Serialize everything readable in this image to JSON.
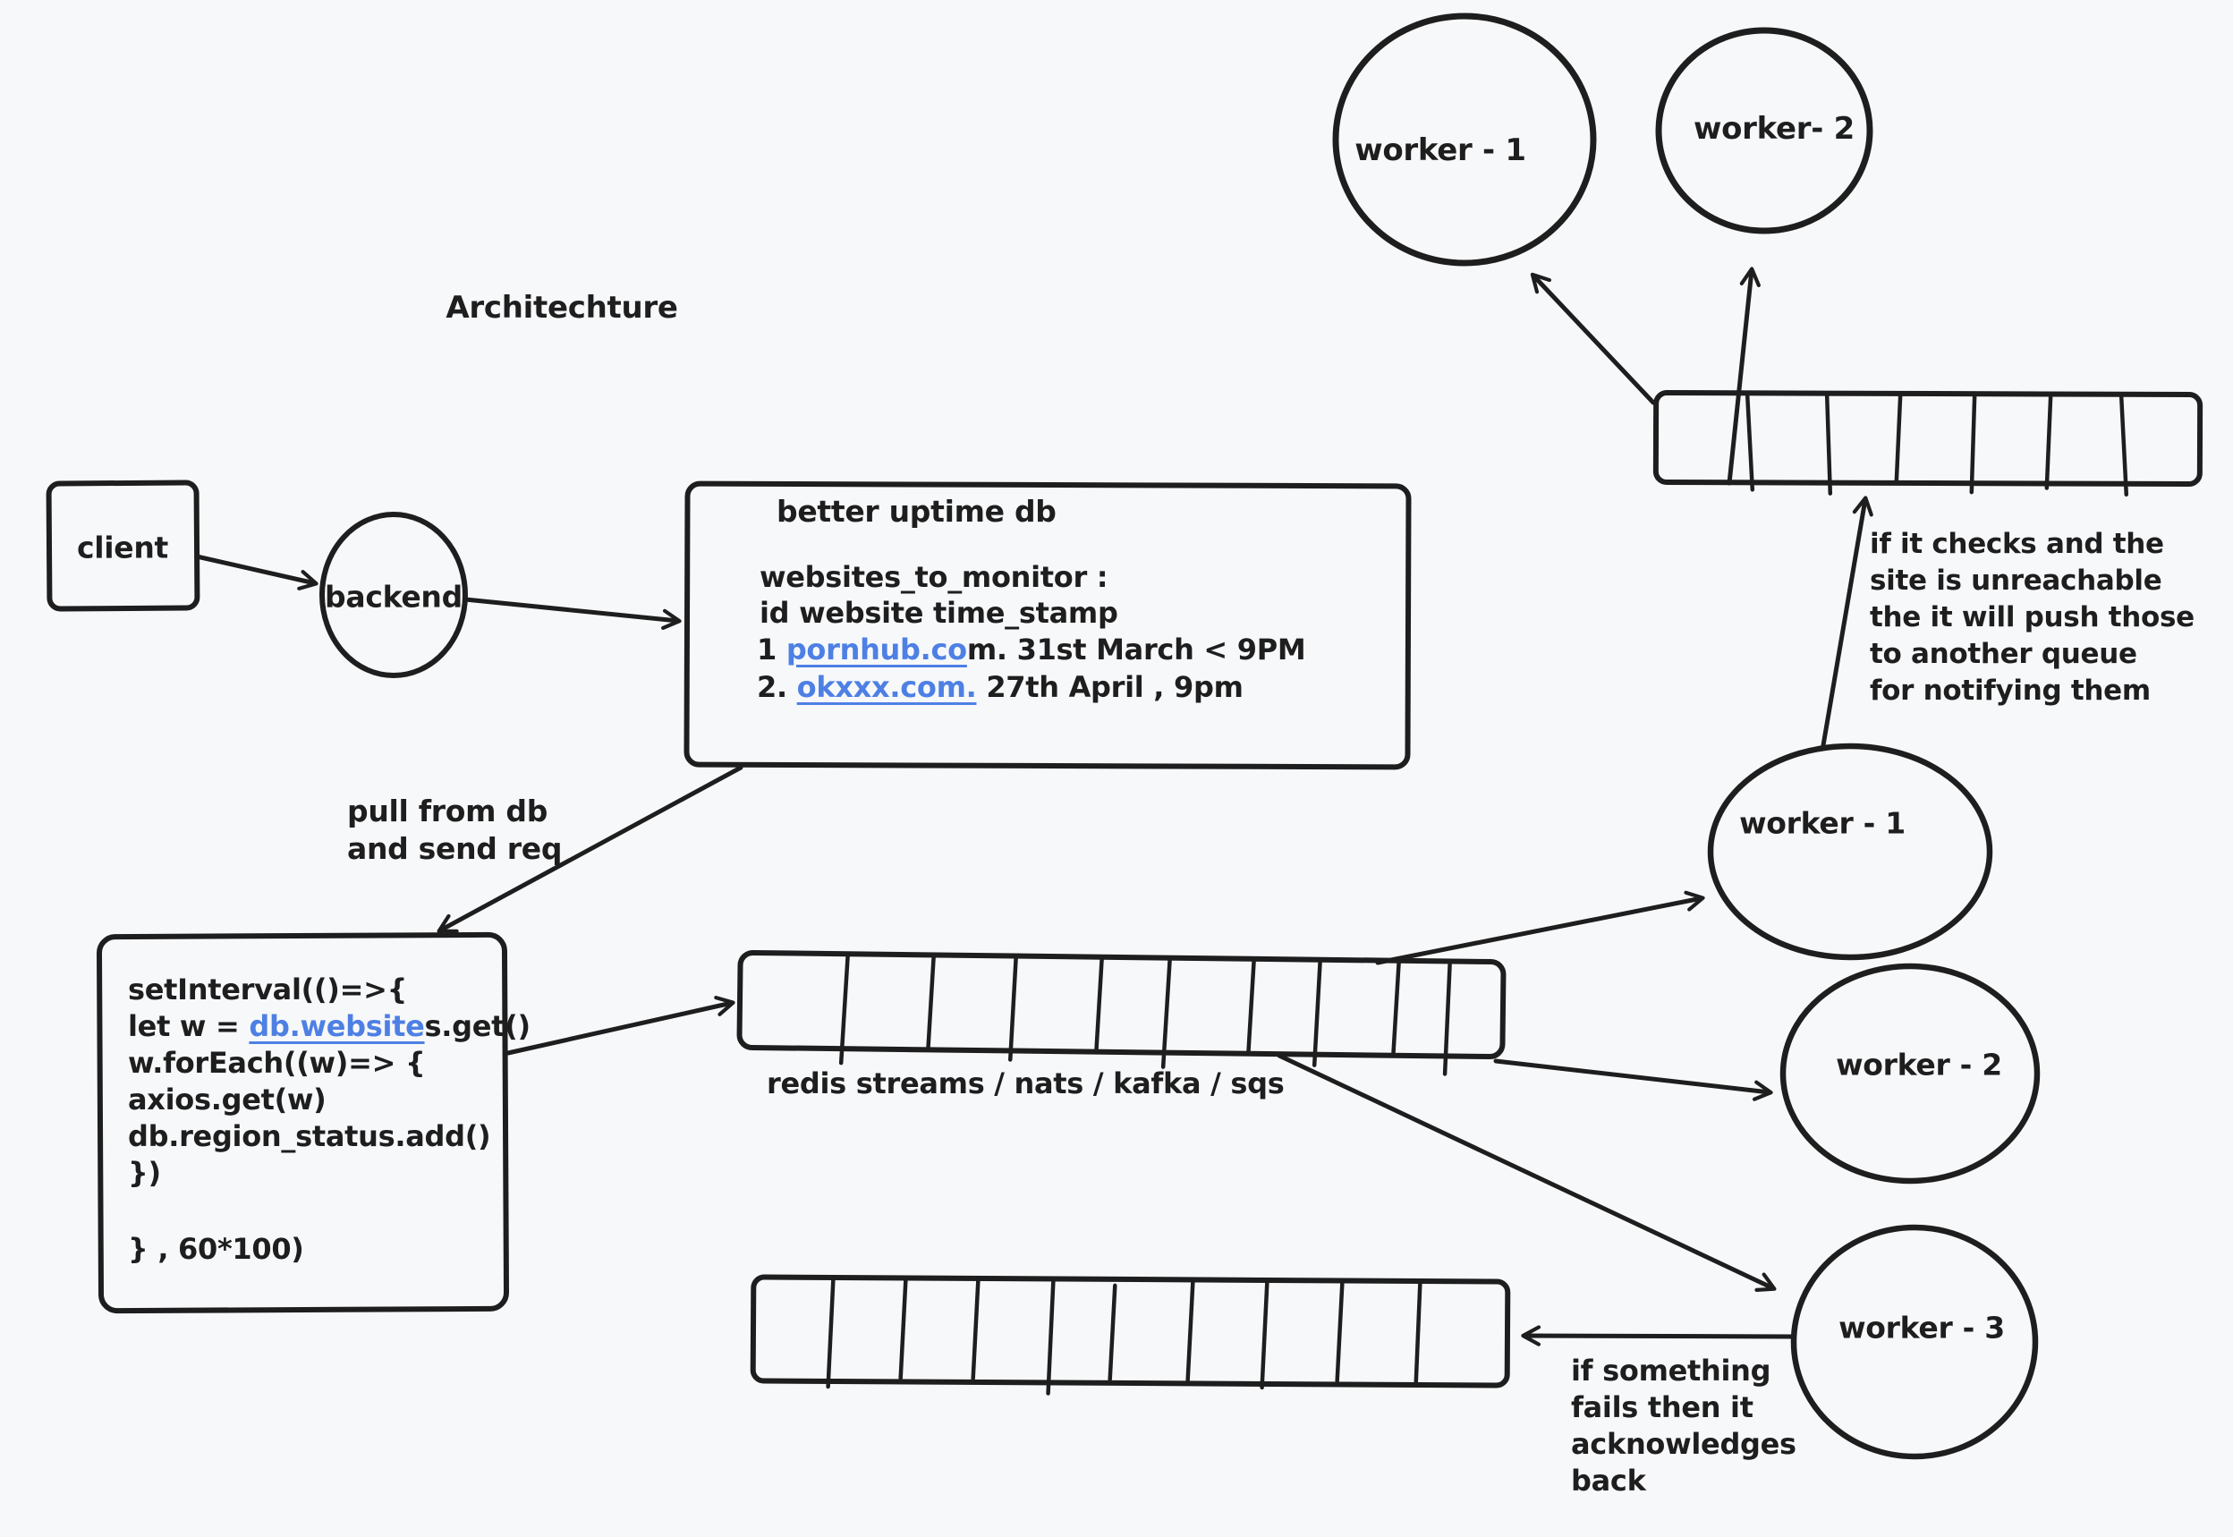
{
  "canvas": {
    "background": "#f7f8fa",
    "ink_color": "#1e1e1e",
    "link_color": "#4e80e4"
  },
  "title": "Architechture",
  "nodes": {
    "client": "client",
    "backend": "backend",
    "worker1_top": "worker - 1",
    "worker2_top": "worker- 2",
    "worker1_mid": "worker - 1",
    "worker2_mid": "worker - 2",
    "worker3": "worker - 3"
  },
  "db_box": {
    "title": "better uptime db",
    "schema_line1": "websites_to_monitor :",
    "schema_line2": "id website time_stamp",
    "row1_prefix": "1 ",
    "row1_link": "pornhub.co",
    "row1_rest": "m. 31st March < 9PM",
    "row2_prefix": "2. ",
    "row2_link": "okxxx.com.",
    "row2_rest": " 27th April , 9pm"
  },
  "code_box": {
    "line1": "setInterval(()=>{",
    "line2_pre": "let w = ",
    "line2_link": "db.website",
    "line2_post": "s.get()",
    "line3": "w.forEach((w)=> {",
    "line4": "axios.get(w)",
    "line5": "db.region_status.add()",
    "line6": "})",
    "line7": "} , 60*100)"
  },
  "queue_label": "redis streams / nats / kafka / sqs",
  "annotations": {
    "pull": [
      "pull from db",
      "and send req"
    ],
    "unreachable": [
      "if it checks and the",
      "site is unreachable",
      "the it will push those",
      "to another queue",
      "for notifying them"
    ],
    "ack": [
      "if something",
      "fails then it",
      "acknowledges",
      "back"
    ]
  }
}
